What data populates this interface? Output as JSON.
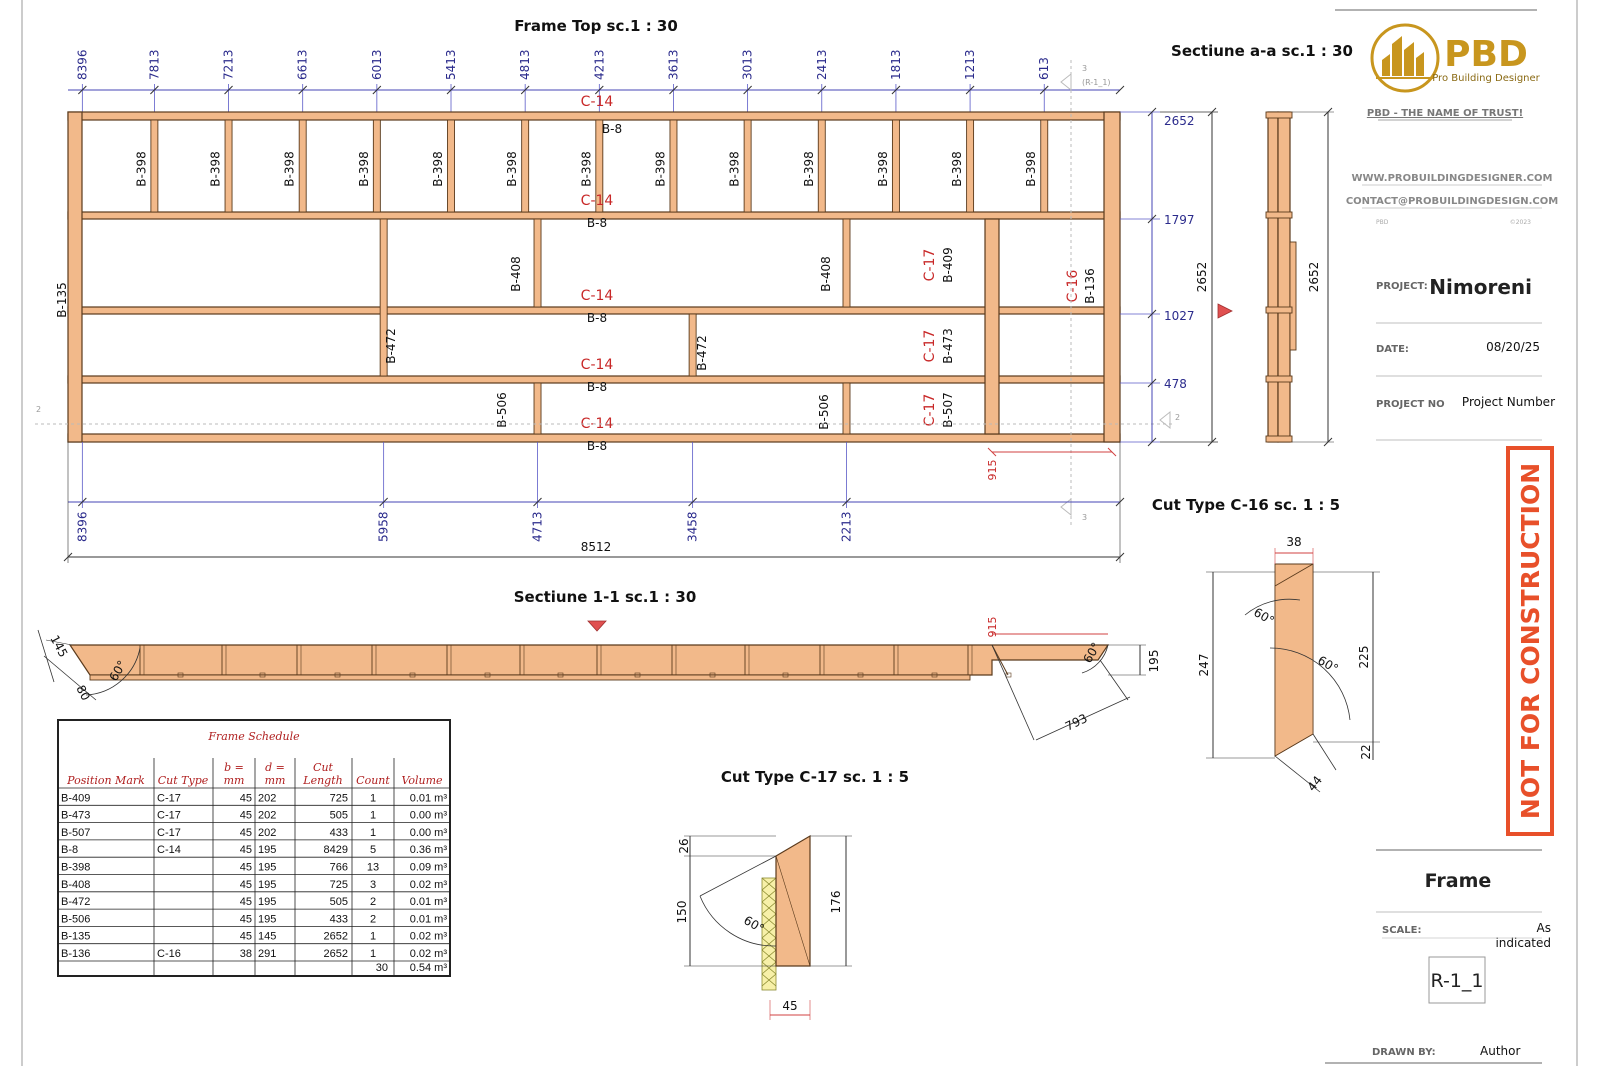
{
  "views": {
    "frame_top": "Frame Top sc.1 : 30",
    "section_aa": "Sectiune a-a sc.1 : 30",
    "section_11": "Sectiune 1-1 sc.1 : 30",
    "cut_c16": "Cut Type C-16 sc. 1 : 5",
    "cut_c17": "Cut Type C-17 sc. 1 : 5"
  },
  "top_dims": [
    "8396",
    "7813",
    "7213",
    "6613",
    "6013",
    "5413",
    "4813",
    "4213",
    "3613",
    "3013",
    "2413",
    "1813",
    "1213",
    "613"
  ],
  "bottom_dims": [
    "8396",
    "5958",
    "4713",
    "3458",
    "2213"
  ],
  "overall_length": "8512",
  "right_dims": [
    "2652",
    "1797",
    "1027",
    "478"
  ],
  "height_dim": "2652",
  "dim_915": "915",
  "marks": {
    "b8": "B-8",
    "b398": "B-398",
    "b135": "B-135",
    "b408": "B-408",
    "b409": "B-409",
    "b136": "B-136",
    "b472": "B-472",
    "b473": "B-473",
    "b506": "B-506",
    "b507": "B-507",
    "c14": "C-14",
    "c16": "C-16",
    "c17": "C-17"
  },
  "section_refs": {
    "ref_3": "3",
    "ref_r11": "(R-1_1)",
    "ref_2": "2"
  },
  "section_11_dims": {
    "d145": "145",
    "d80": "80",
    "a60": "60°",
    "d915": "915",
    "d195": "195",
    "d793": "793"
  },
  "c16_dims": {
    "d38": "38",
    "d247": "247",
    "d225": "225",
    "d22": "22",
    "d44": "44",
    "a60": "60°"
  },
  "c17_dims": {
    "d26": "26",
    "d150": "150",
    "d176": "176",
    "d45": "45",
    "a60": "60°"
  },
  "schedule": {
    "title": "Frame Schedule",
    "headers": [
      "Position Mark",
      "Cut Type",
      "b = mm",
      "d = mm",
      "Cut Length",
      "Count",
      "Volume"
    ],
    "rows": [
      [
        "B-409",
        "C-17",
        "45",
        "202",
        "725",
        "1",
        "0.01 m³"
      ],
      [
        "B-473",
        "C-17",
        "45",
        "202",
        "505",
        "1",
        "0.00 m³"
      ],
      [
        "B-507",
        "C-17",
        "45",
        "202",
        "433",
        "1",
        "0.00 m³"
      ],
      [
        "B-8",
        "C-14",
        "45",
        "195",
        "8429",
        "5",
        "0.36 m³"
      ],
      [
        "B-398",
        "",
        "45",
        "195",
        "766",
        "13",
        "0.09 m³"
      ],
      [
        "B-408",
        "",
        "45",
        "195",
        "725",
        "3",
        "0.02 m³"
      ],
      [
        "B-472",
        "",
        "45",
        "195",
        "505",
        "2",
        "0.01 m³"
      ],
      [
        "B-506",
        "",
        "45",
        "195",
        "433",
        "2",
        "0.01 m³"
      ],
      [
        "B-135",
        "",
        "45",
        "145",
        "2652",
        "1",
        "0.02 m³"
      ],
      [
        "B-136",
        "C-16",
        "38",
        "291",
        "2652",
        "1",
        "0.02 m³"
      ]
    ],
    "total_count": "30",
    "total_volume": "0.54 m³"
  },
  "title_block": {
    "logo_text": "PBD",
    "logo_sub": "Pro Building Designer",
    "tagline": "PBD - THE NAME OF TRUST!",
    "website": "WWW.PROBUILDINGDESIGNER.COM",
    "email": "CONTACT@PROBUILDINGDESIGN.COM",
    "small_left": "PBD",
    "small_right": "©2023",
    "project_label": "PROJECT:",
    "project": "Nimoreni",
    "date_label": "DATE:",
    "date": "08/20/25",
    "project_no_label": "PROJECT NO",
    "project_no": "Project Number",
    "stamp": "NOT FOR CONSTRUCTION",
    "sheet_name": "Frame",
    "scale_label": "SCALE:",
    "scale_1": "As",
    "scale_2": "indicated",
    "sheet_no": "R-1_1",
    "drawn_label": "DRAWN BY:",
    "drawn": "Author"
  },
  "colors": {
    "wood": "#f2b98a",
    "dim": "#4646b4",
    "cut": "#c82828",
    "stamp": "#e8502a",
    "logo": "#c8961e"
  }
}
